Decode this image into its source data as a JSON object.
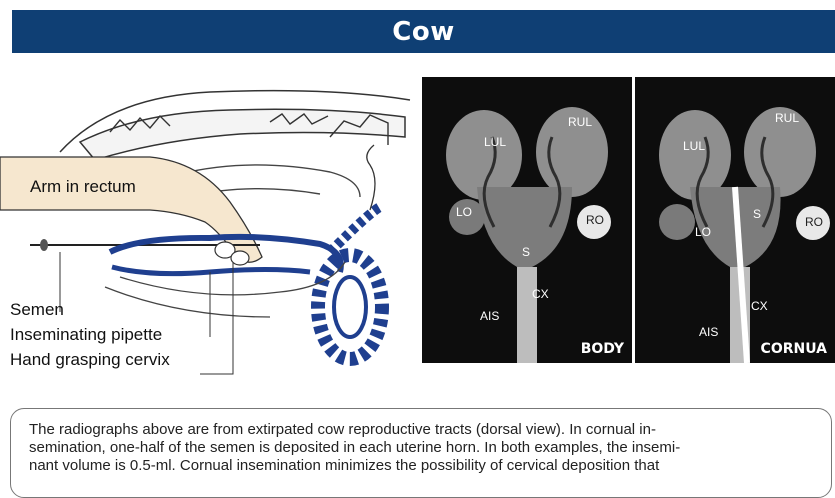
{
  "header": {
    "title": "Cow"
  },
  "diagram": {
    "callout": "Arm in rectum",
    "labels": {
      "semen": "Semen",
      "pipette": "Inseminating pipette",
      "hand": "Hand grasping cervix"
    }
  },
  "radiographs": [
    {
      "tag": "BODY",
      "labels": {
        "lul": "LUL",
        "rul": "RUL",
        "lo": "LO",
        "ro": "RO",
        "s": "S",
        "cx": "CX",
        "ais": "AIS"
      }
    },
    {
      "tag": "CORNUA",
      "labels": {
        "lul": "LUL",
        "rul": "RUL",
        "lo": "LO",
        "ro": "RO",
        "s": "S",
        "cx": "CX",
        "ais": "AIS"
      }
    }
  ],
  "caption": {
    "line1": "The radiographs above are from extirpated cow reproductive tracts (dorsal view).  In cornual in-",
    "line2": "semination, one-half of the semen is deposited in each uterine horn.  In both examples, the insemi-",
    "line3": "nant volume is 0.5-ml.  Cornual insemination minimizes the possibility of cervical deposition that"
  },
  "colors": {
    "header_bg": "#0f3f74",
    "tract_blue": "#1f3f8f",
    "callout_bg": "#f6e7cf"
  }
}
